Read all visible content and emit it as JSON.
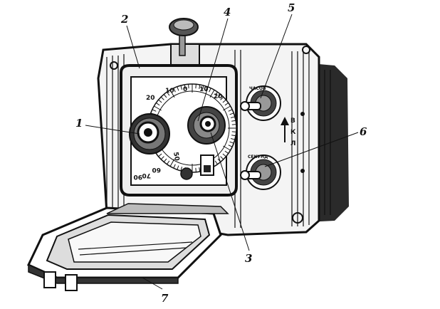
{
  "callouts": [
    {
      "id": "1",
      "label": "1"
    },
    {
      "id": "2",
      "label": "2"
    },
    {
      "id": "3",
      "label": "3"
    },
    {
      "id": "4",
      "label": "4"
    },
    {
      "id": "5",
      "label": "5"
    },
    {
      "id": "6",
      "label": "6"
    },
    {
      "id": "7",
      "label": "7"
    }
  ],
  "dial_scale": [
    "20",
    "10",
    "0",
    "10",
    "20",
    "50",
    "60",
    "70",
    "90"
  ],
  "knob_labels": {
    "top": "ЧАСОВ",
    "bottom": "СЕКУНД"
  },
  "side_letters": [
    "В",
    "К",
    "Л"
  ]
}
